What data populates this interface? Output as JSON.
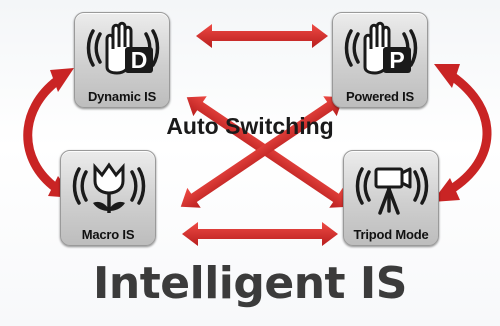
{
  "modes": [
    {
      "label": "Dynamic IS",
      "badge": "D",
      "icon": "shaking-hand-icon"
    },
    {
      "label": "Powered IS",
      "badge": "P",
      "icon": "shaking-hand-icon"
    },
    {
      "label": "Macro IS",
      "icon": "tulip-macro-icon"
    },
    {
      "label": "Tripod Mode",
      "icon": "camcorder-tripod-icon"
    }
  ],
  "center_label": "Auto Switching",
  "title": "Intelligent IS",
  "colors": {
    "arrow": "#d42a2a",
    "tile": "#cfcfcf",
    "icon_dark": "#1a1a1a",
    "title": "#3b3b3b"
  }
}
